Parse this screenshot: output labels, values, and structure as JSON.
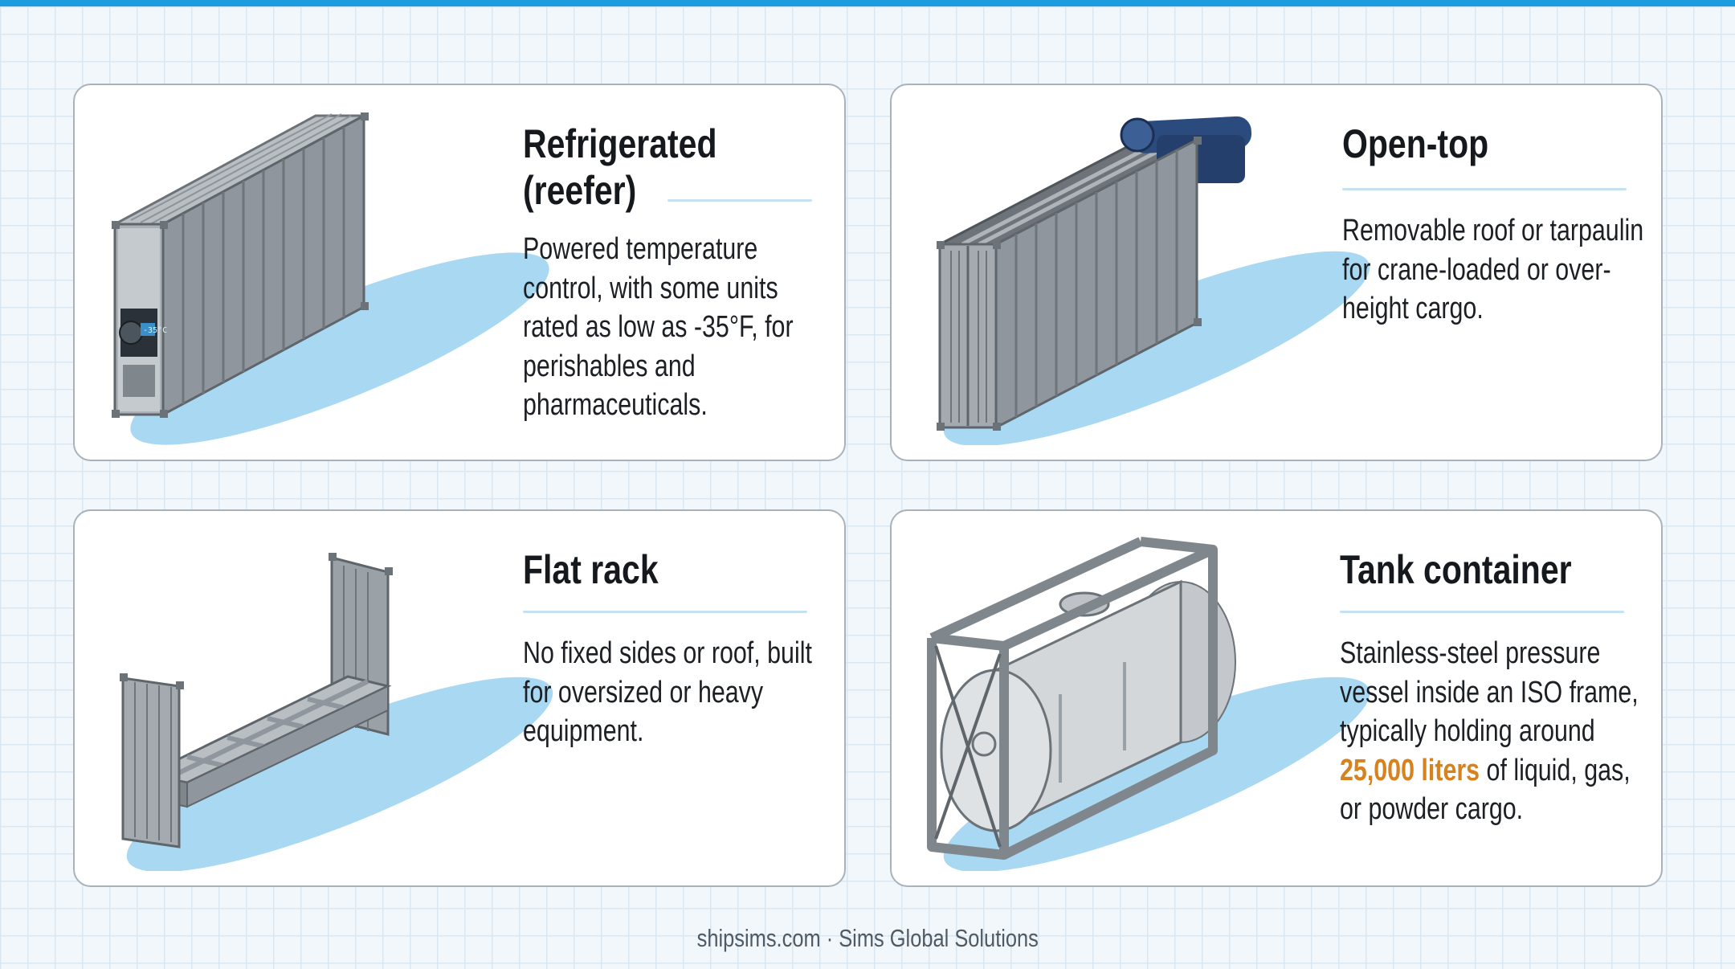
{
  "cards": [
    {
      "id": "reefer",
      "title_line1": "Refrigerated",
      "title_line2": "(reefer)",
      "description": "Powered temperature control, with some units rated as low as -35°F, for perishables and pharmaceuticals.",
      "display": "-35°C"
    },
    {
      "id": "open-top",
      "title": "Open-top",
      "description": "Removable roof or tarpaulin for crane-loaded or over-height cargo."
    },
    {
      "id": "flat-rack",
      "title": "Flat rack",
      "description": "No fixed sides or roof, built for oversized or heavy equipment."
    },
    {
      "id": "tank",
      "title": "Tank container",
      "description_before": "Stainless-steel pressure vessel inside an ISO frame, typically holding around ",
      "description_highlight": "25,000 liters",
      "description_after": " of liquid, gas, or powder cargo."
    }
  ],
  "footer": "shipsims.com · Sims Global Solutions",
  "colors": {
    "accent": "#1d9ce0",
    "highlight": "#d6821e",
    "container_body": "#8f969d",
    "shadow": "#a9d8f2",
    "tarp": "#2b4a7e",
    "grid": "#dbe7f0"
  }
}
